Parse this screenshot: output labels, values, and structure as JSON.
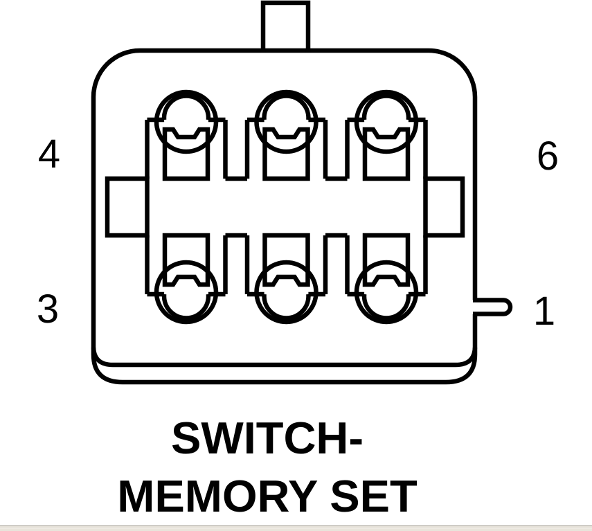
{
  "diagram": {
    "name": "SWITCH-MEMORY SET connector face view",
    "caption": {
      "line1": "SWITCH-",
      "line2": "MEMORY SET"
    },
    "connector": {
      "cavity_count": 6,
      "rows": 2,
      "pin_labels": [
        {
          "label": "4",
          "position": "top-left"
        },
        {
          "label": "6",
          "position": "top-right"
        },
        {
          "label": "3",
          "position": "bottom-left"
        },
        {
          "label": "1",
          "position": "bottom-right"
        }
      ]
    },
    "colors": {
      "line": "#010101",
      "background": "#ffffff"
    }
  },
  "footer_strip": {
    "fill": "#e8e4db",
    "border": "#a9a49a"
  }
}
